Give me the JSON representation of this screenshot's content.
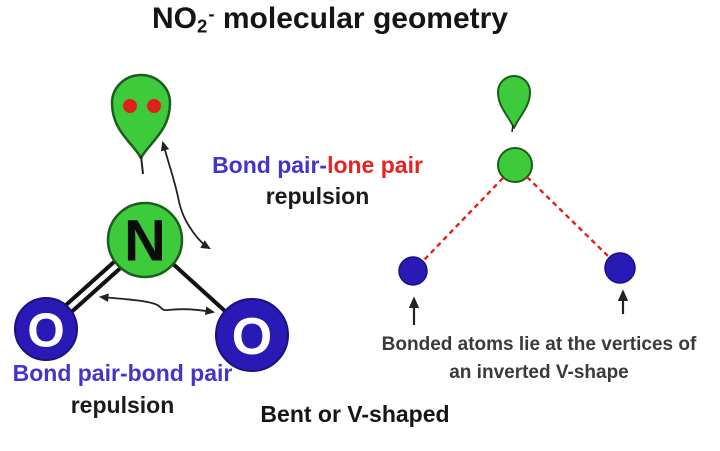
{
  "title": {
    "formula_base": "NO",
    "formula_sub": "2",
    "formula_sup": "-",
    "suffix": " molecular geometry"
  },
  "atoms": {
    "nitrogen": "N",
    "oxygen_left": "O",
    "oxygen_right": "O"
  },
  "labels": {
    "bond_lone_blue": "Bond pair-",
    "bond_lone_red": "lone pair",
    "bond_lone_repulsion": "repulsion",
    "bond_bond": "Bond pair-bond pair",
    "bond_bond_repulsion": "repulsion",
    "shape": "Bent or V-shaped",
    "vertices_line1": "Bonded atoms lie at the vertices of",
    "vertices_line2": "an inverted V-shape"
  },
  "colors": {
    "green": "#3dcb3b",
    "green_outline": "#1b5e1b",
    "atom_blue": "#2a1ab5",
    "atom_blue_outline": "#1a1080",
    "red": "#e22018",
    "label_blue": "#4334cb",
    "label_red": "#e6231e",
    "text_black": "#1b1b1b",
    "text_gray": "#3a3a3a"
  }
}
